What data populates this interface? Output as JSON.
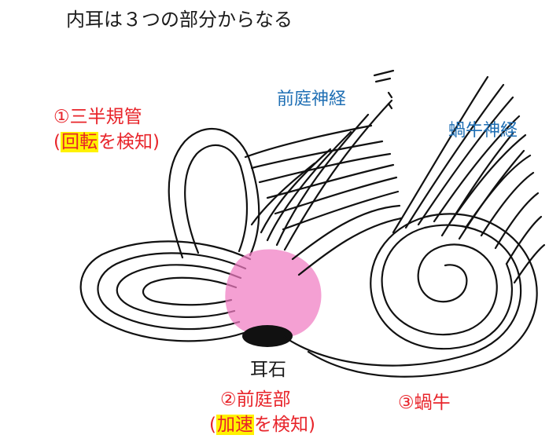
{
  "title": "内耳は３つの部分からなる",
  "labels": {
    "semicircular_canals": {
      "name": "①三半規管",
      "paren_open": "(",
      "highlight": "回転",
      "detect": "を検知",
      "paren_close": ")"
    },
    "vestibular_nerve": "前庭神経",
    "cochlear_nerve": "蝸牛神経",
    "otolith": "耳石",
    "vestibule": {
      "name": "②前庭部",
      "paren_open": "(",
      "highlight": "加速",
      "detect": "を検知",
      "paren_close": ")"
    },
    "cochlea": "③蝸牛"
  },
  "colors": {
    "label_red": "#e8242a",
    "label_blue": "#1f6fb4",
    "highlight": "#fff200",
    "vestibule_fill": "#f07cc2",
    "otolith_fill": "#111111",
    "line": "#111111"
  }
}
